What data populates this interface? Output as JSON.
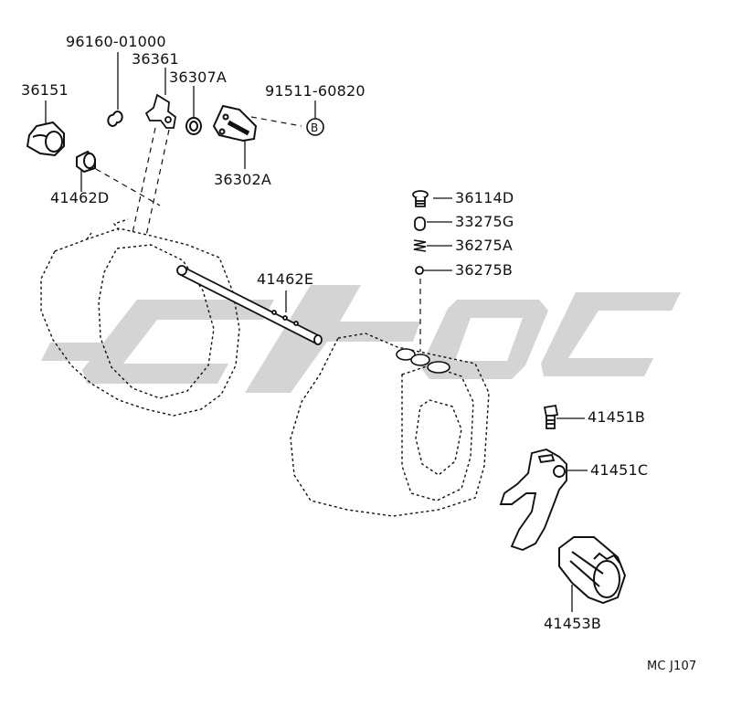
{
  "diagram": {
    "code": "MC J107",
    "callout_b": "B",
    "parts": {
      "p96160": "96160-01000",
      "p36361": "36361",
      "p36307A": "36307A",
      "p36151": "36151",
      "p91511": "91511-60820",
      "p36302A": "36302A",
      "p41462D": "41462D",
      "p36114D": "36114D",
      "p33275G": "33275G",
      "p36275A": "36275A",
      "p36275B": "36275B",
      "p41462E": "41462E",
      "p41451B": "41451B",
      "p41451C": "41451C",
      "p41453B": "41453B"
    }
  },
  "colors": {
    "ink": "#111111",
    "watermark": "#d4d4d4"
  }
}
